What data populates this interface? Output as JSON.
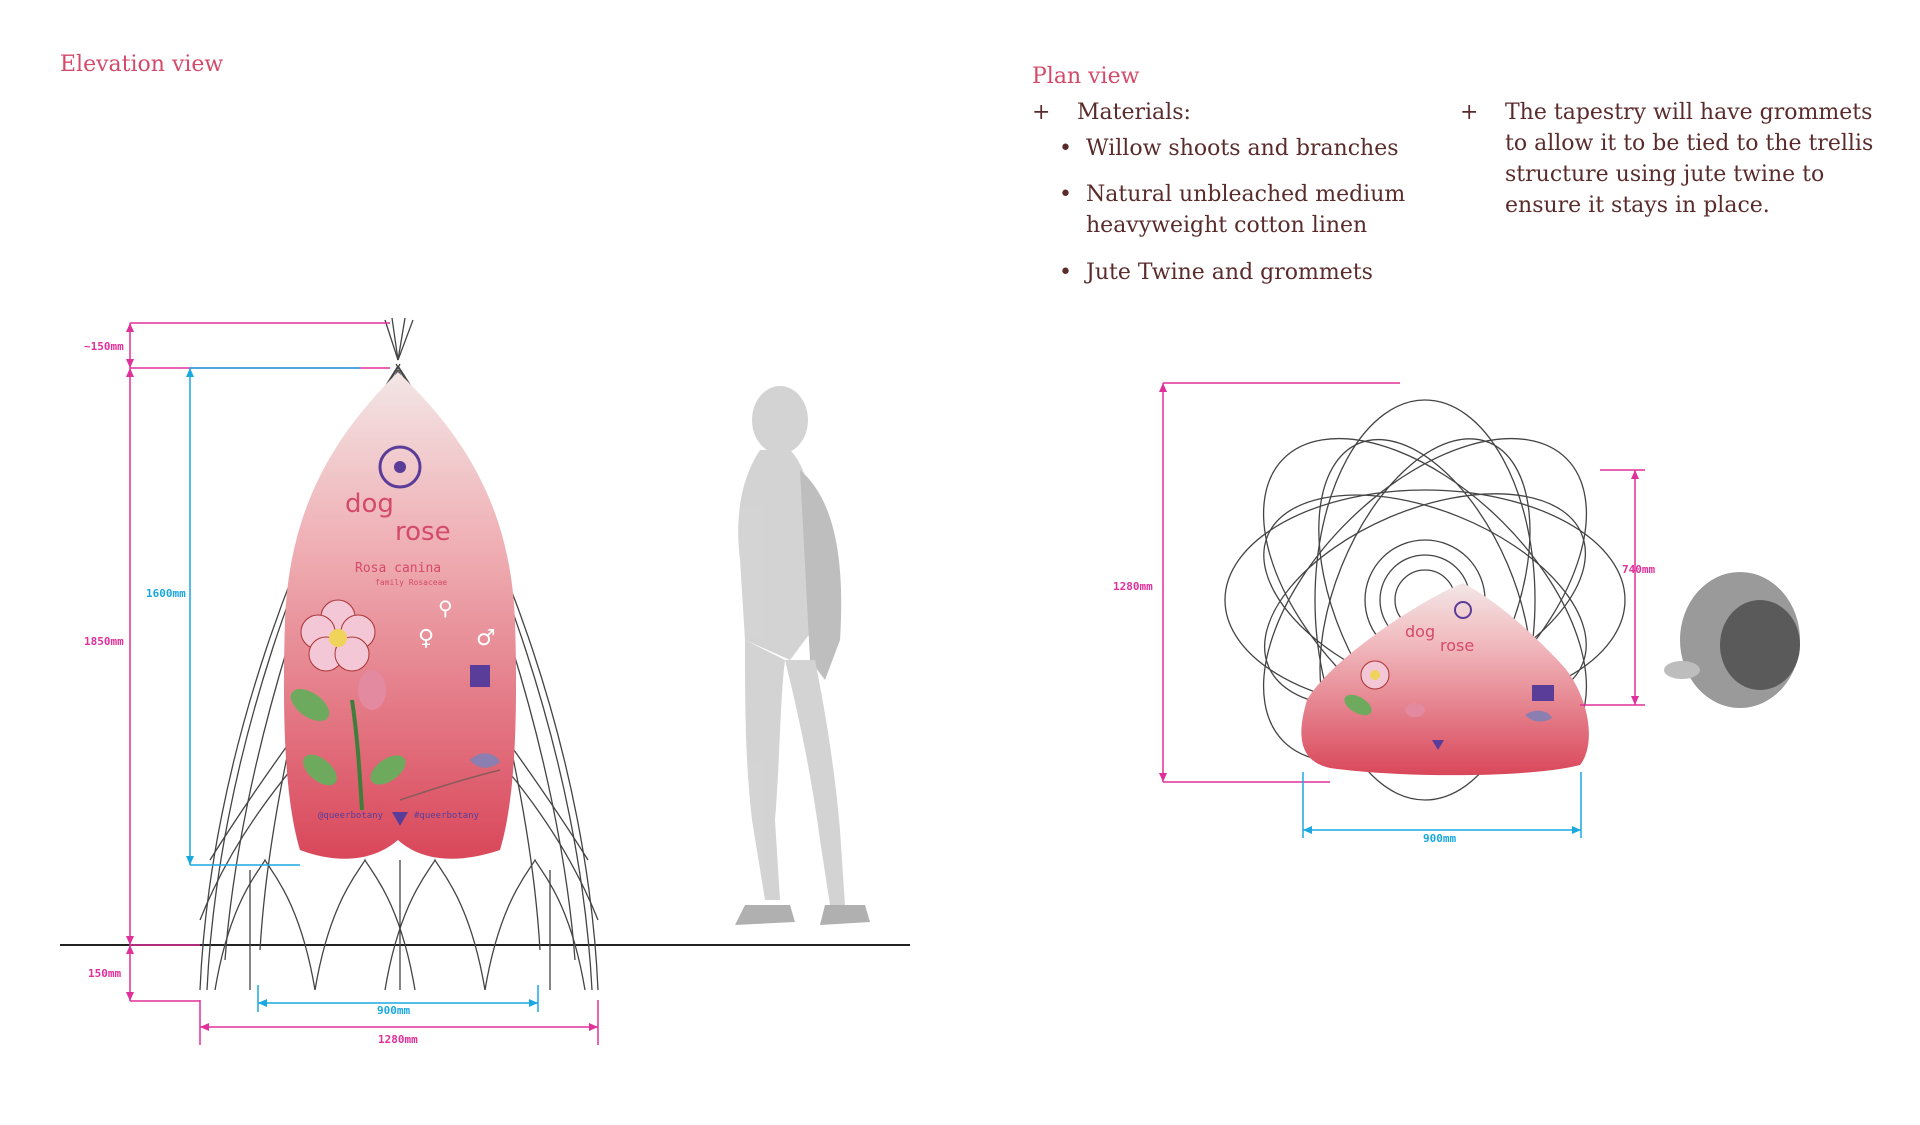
{
  "elevation": {
    "title": "Elevation view"
  },
  "plan": {
    "title": "Plan view"
  },
  "materials": {
    "heading": "Materials:",
    "items": [
      "Willow shoots and branches",
      "Natural unbleached medium heavyweight cotton linen",
      "Jute Twine and grommets"
    ]
  },
  "note": {
    "text": "The tapestry will have grommets to allow it to be tied to the trellis structure using jute twine to ensure it stays in place."
  },
  "elevation_dims": {
    "top": "~150mm",
    "height": "1850mm",
    "tapestry_height": "1600mm",
    "base": "150mm",
    "tapestry_width": "900mm",
    "width": "1280mm"
  },
  "plan_dims": {
    "depth": "1280mm",
    "tapestry_depth": "740mm",
    "tapestry_width": "900mm"
  },
  "tapestry": {
    "title_1": "dog",
    "title_2": "rose",
    "latin": "Rosa canina",
    "family": "family Rosaceae",
    "handle_1": "@queerbotany",
    "handle_2": "#queerbotany"
  },
  "colors": {
    "magenta": "#e0309a",
    "cyan": "#1aa8e0",
    "title": "#d44a6a",
    "text": "#5a2b2b",
    "tapestry": "#d9475a"
  }
}
